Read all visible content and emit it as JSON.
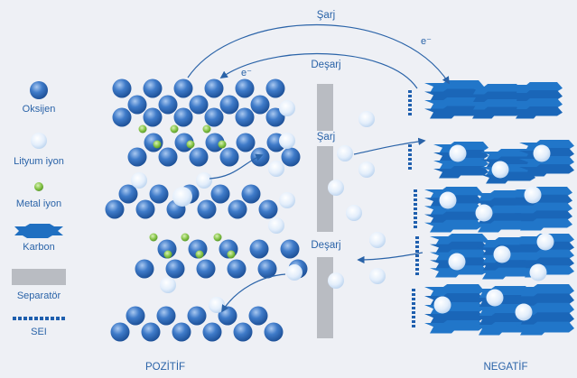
{
  "legend": {
    "oxygen": "Oksijen",
    "lithium_ion": "Lityum iyon",
    "metal_ion": "Metal iyon",
    "carbon": "Karbon",
    "separator": "Separatör",
    "sei": "SEI"
  },
  "labels": {
    "charge_top": "Şarj",
    "electron_right": "e⁻",
    "electron_left": "e⁻",
    "discharge_top": "Deşarj",
    "charge_mid": "Şarj",
    "discharge_mid": "Deşarj",
    "positive": "POZİTİF",
    "negative": "NEGATİF"
  },
  "colors": {
    "background": "#eef0f5",
    "oxygen": "#2f67b5",
    "lithium": "#d8e7f7",
    "metal": "#7cbf3c",
    "carbon": "#1f6fc1",
    "separator": "#b9bcc2",
    "label": "#2a63a8"
  }
}
